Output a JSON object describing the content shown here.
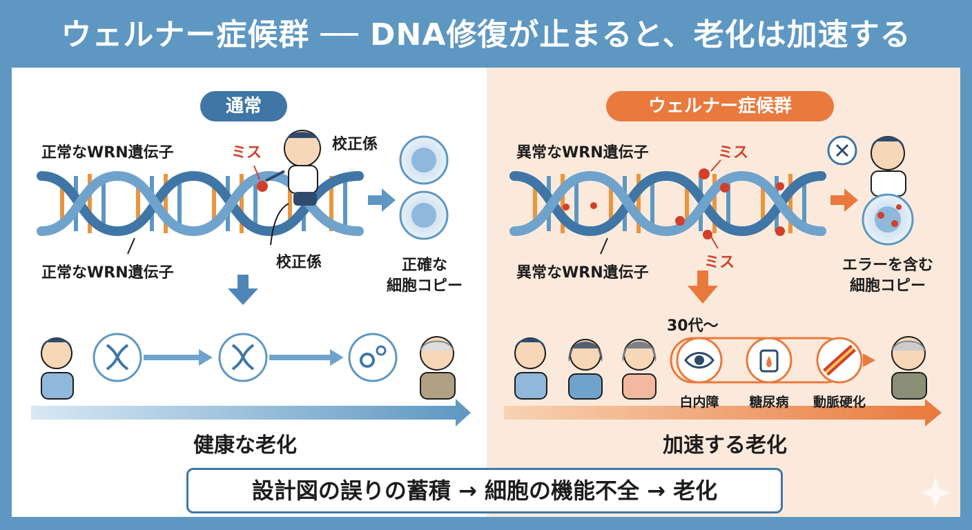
{
  "title": "ウェルナー症候群 ── DNA修復が止まると、老化は加速する",
  "colors": {
    "frame": "#5e97c2",
    "left_accent": "#3f76a6",
    "right_accent": "#e9793c",
    "error": "#d23f2a"
  },
  "left": {
    "badge": "通常",
    "gene_top": "正常なWRN遺伝子",
    "gene_bottom": "正常なWRN遺伝子",
    "mistake": "ミス",
    "proofreader_top": "校正係",
    "proofreader_bottom": "校正係",
    "copy_line1": "正確な",
    "copy_line2": "細胞コピー",
    "result": "健康な老化"
  },
  "right": {
    "badge": "ウェルナー症候群",
    "gene_top": "異常なWRN遺伝子",
    "gene_bottom": "異常なWRN遺伝子",
    "mistake_top": "ミス",
    "mistake_bottom": "ミス",
    "copy_line1": "エラーを含む",
    "copy_line2": "細胞コピー",
    "onset": "30代〜",
    "diseases": [
      "白内障",
      "糖尿病",
      "動脈硬化"
    ],
    "result": "加速する老化"
  },
  "summary": "設計図の誤りの蓄積 → 細胞の機能不全 → 老化"
}
